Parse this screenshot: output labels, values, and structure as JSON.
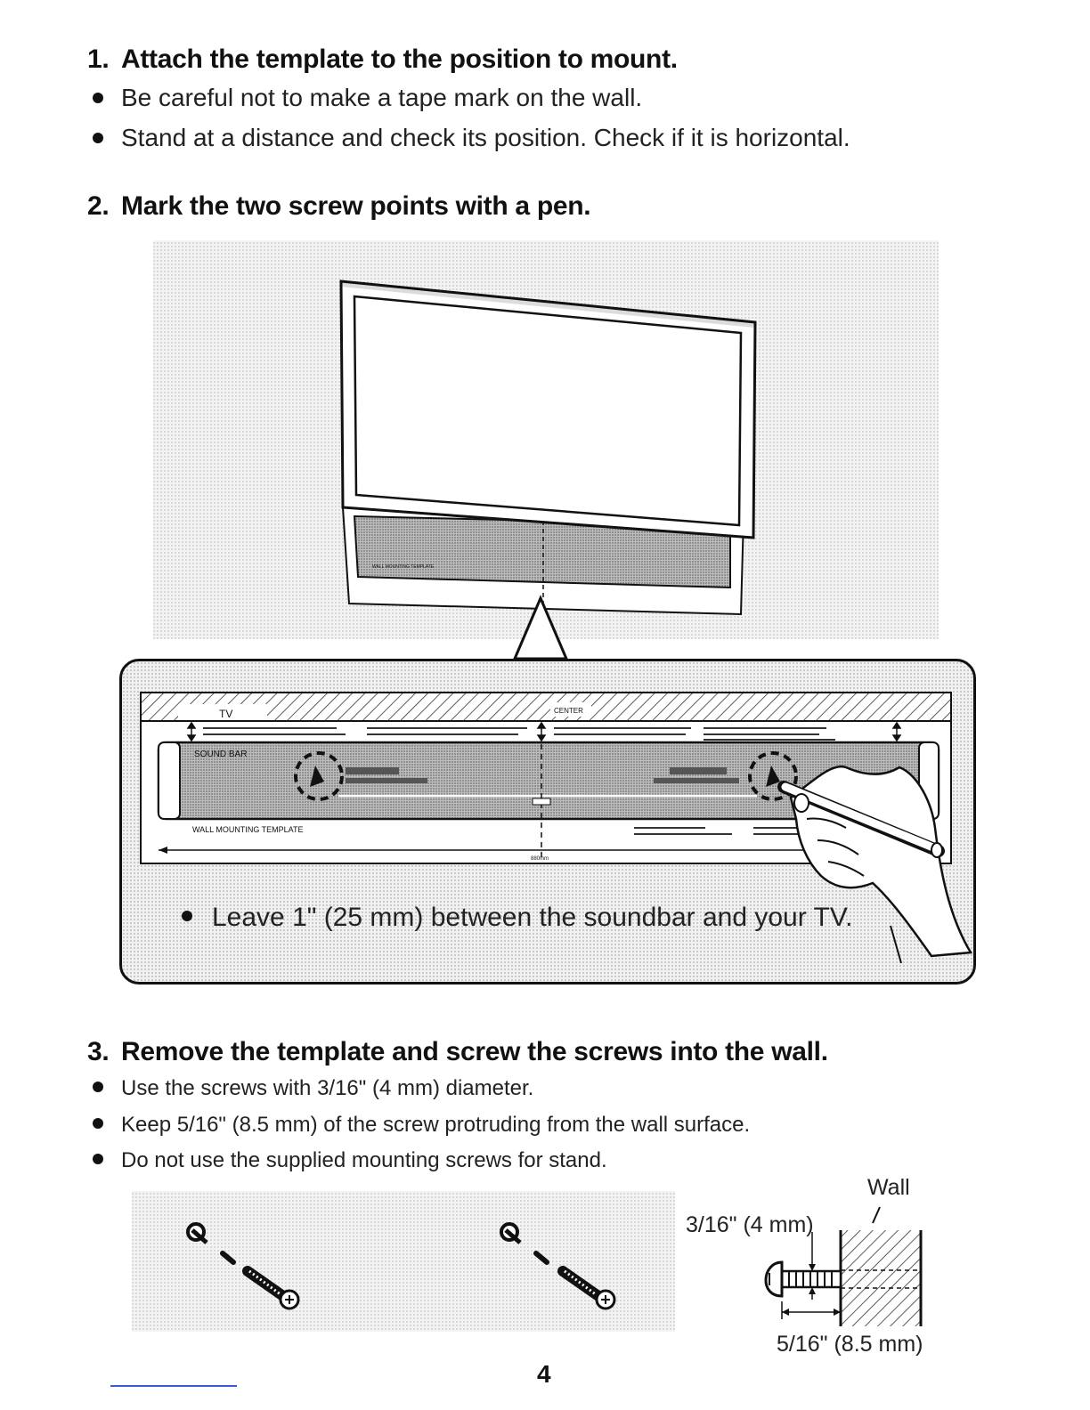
{
  "steps": [
    {
      "number": "1.",
      "title": "Attach the template to the position to mount.",
      "bullets": [
        "Be careful not to make a tape mark on the wall.",
        "Stand at a distance and check its position. Check if it is horizontal."
      ]
    },
    {
      "number": "2.",
      "title": "Mark the two screw points with a pen."
    },
    {
      "number": "3.",
      "title": "Remove the template and screw the screws into the wall.",
      "bullets": [
        "Use the screws with 3/16\" (4 mm) diameter.",
        "Keep 5/16\" (8.5 mm) of the screw protruding from the wall surface.",
        "Do not use the supplied mounting screws for stand."
      ]
    }
  ],
  "illustration": {
    "callout_text": "Leave 1\" (25 mm) between the soundbar and your TV.",
    "template": {
      "tv_label": "TV",
      "center_label": "CENTER",
      "sound_bar_label": "SOUND BAR",
      "wall_mounting_label": "WALL MOUNTING TEMPLATE",
      "small_wall_mounting_label": "WALL MOUNTING TEMPLATE",
      "width_label": "880mm"
    }
  },
  "screw_detail": {
    "wall_label": "Wall",
    "diameter_label": "3/16\" (4 mm)",
    "protrusion_label": "5/16\" (8.5 mm)"
  },
  "footer": {
    "page_number": "4"
  },
  "colors": {
    "ink": "#111111",
    "screen_tone": "#d9d9d9",
    "footer_rule": "#3b5bd6"
  }
}
